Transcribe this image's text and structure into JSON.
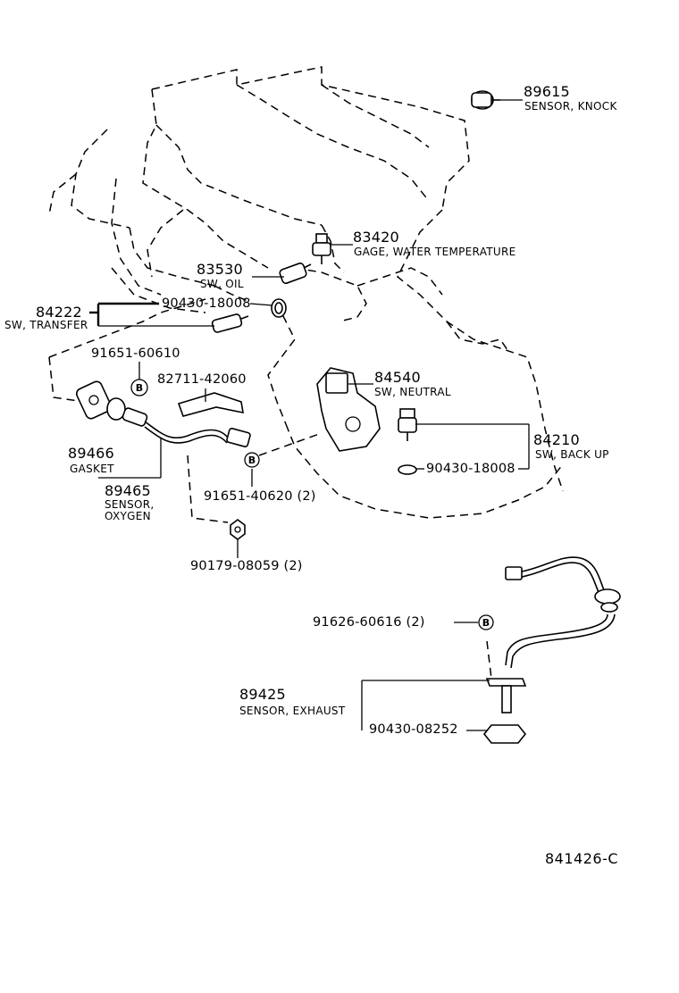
{
  "parts": {
    "p89615": {
      "number": "89615",
      "desc": "SENSOR, KNOCK"
    },
    "p83420": {
      "number": "83420",
      "desc": "GAGE, WATER TEMPERATURE"
    },
    "p83530": {
      "number": "83530",
      "desc": "SW, OIL"
    },
    "p84222": {
      "number": "84222",
      "desc": "SW, TRANSFER"
    },
    "p90430a": {
      "number": "90430-18008"
    },
    "p91651a": {
      "number": "91651-60610"
    },
    "p82711": {
      "number": "82711-42060"
    },
    "p84540": {
      "number": "84540",
      "desc": "SW, NEUTRAL"
    },
    "p84210": {
      "number": "84210",
      "desc": "SW, BACK UP"
    },
    "p90430b": {
      "number": "90430-18008"
    },
    "p89466": {
      "number": "89466",
      "desc": "GASKET"
    },
    "p89465": {
      "number": "89465",
      "desc1": "SENSOR,",
      "desc2": "OXYGEN"
    },
    "p91651b": {
      "number": "91651-40620 (2)"
    },
    "p90179": {
      "number": "90179-08059 (2)"
    },
    "p91626": {
      "number": "91626-60616 (2)"
    },
    "p89425": {
      "number": "89425",
      "desc": "SENSOR, EXHAUST"
    },
    "p90430c": {
      "number": "90430-08252"
    }
  },
  "callout_letter": "B",
  "figure_ref": "841426-C"
}
